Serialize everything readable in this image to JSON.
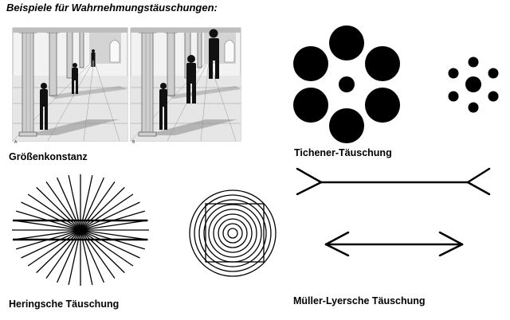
{
  "title": "Beispiele für Wahrnehmungstäuschungen:",
  "captions": {
    "groessenkonstanz": "Größenkonstanz",
    "tichener": "Tichener-Täuschung",
    "hering": "Heringsche Täuschung",
    "mueller_lyer": "Müller-Lyersche Täuschung"
  },
  "photo_labels": {
    "left": "A",
    "right": "B"
  },
  "colors": {
    "ink": "#000000",
    "photo_floor": "#e6e6e6",
    "photo_wall": "#d4d4d4",
    "photo_shade": "#7a7a7a"
  }
}
